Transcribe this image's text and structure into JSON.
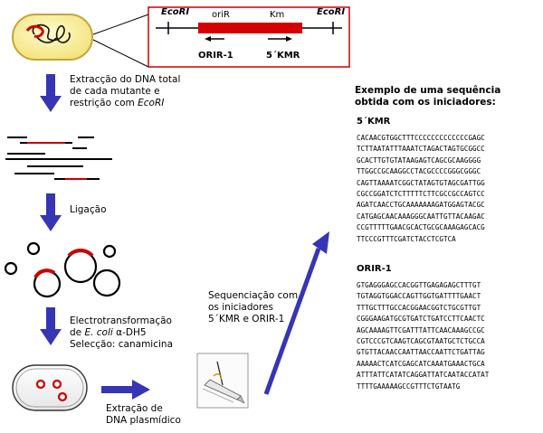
{
  "construct": {
    "ecori_left": "EcoRI",
    "ecori_right": "EcoRI",
    "orir_label": "oriR",
    "km_label": "Km",
    "primer_orir": "ORIR-1",
    "primer_kmr": "5´KMR"
  },
  "steps": {
    "extraction": [
      "Extracção do DNA total",
      "de cada mutante e",
      "restrição com "
    ],
    "extraction_enzyme": "EcoRI",
    "ligation": "Ligação",
    "electro_line1": "Electrotransformação",
    "electro_line2_prefix": "de ",
    "electro_species": "E. coli",
    "electro_strain": " α-DH5",
    "electro_line3": "Selecção: canamicina",
    "plasmid_extraction": [
      "Extração de",
      "DNA plasmídico"
    ],
    "sequencing": [
      "Sequenciação com",
      "os iniciadores",
      "5´KMR e ORIR-1"
    ]
  },
  "example": {
    "heading": [
      "Exemplo de uma sequência",
      "obtida com os iniciadores:"
    ],
    "kmr_title": "5´KMR",
    "kmr_seq": [
      "CACAACGTGGCTTTCCCCCCCCCCCCCGAGC",
      "TCTTAATATTTAAATCTAGACTAGTGCGGCC",
      "GCACTTGTGTATAAGAGTCAGCGCAAGGGG",
      "TTGGCCGCAAGGCCTACGCCCCGGGCGGGC",
      "CAGTTAAAATCGGCTATAGTGTAGCGATTGG",
      "CGCCGGATCTCTTTTTCTTCGCCGCCAGTCC",
      "AGATCAACCTGCAAAAAAAGATGGAGTACGC",
      "CATGAGCAACAAAGGGCAATTGTTACAAGAC",
      "CCGTTTTTGAACGCACTGCGCAAAGAGCACG",
      "TTCCCGTTTCGATCTACCTCGTCA"
    ],
    "orir_title": "ORIR-1",
    "orir_seq": [
      "GTGAGGGAGCCACGGTTGAGAGAGCTTTGT",
      "TGTAGGTGGACCAGTTGGTGATTTTGAACT",
      "TTTGCTTTGCCACGGAACGGTCTGCGTTGT",
      "CGGGAAGATGCGTGATCTGATCCTTCAACTC",
      "AGCAAAAGTTCGATTTATTCAACAAAGCCGC",
      "CGTCCCGTCAAGTCAGCGTAATGCTCTGCCA",
      "GTGTTACAACCAATTAACCAATTCTGATTAG",
      "AAAAACTCATCGAGCATCAAATGAAACTGCA",
      "ATTTATTCATATCAGGATTATCAATACCATAT",
      "TTTTGAAAAAGCCGTTTCTGTAATG"
    ]
  },
  "colors": {
    "arrow_blue": "#3535b5",
    "marker_red": "#cc0000",
    "cell_fill": "#f6ee9a",
    "cell_border": "#c9a23a",
    "frame_red": "#cc0000"
  }
}
